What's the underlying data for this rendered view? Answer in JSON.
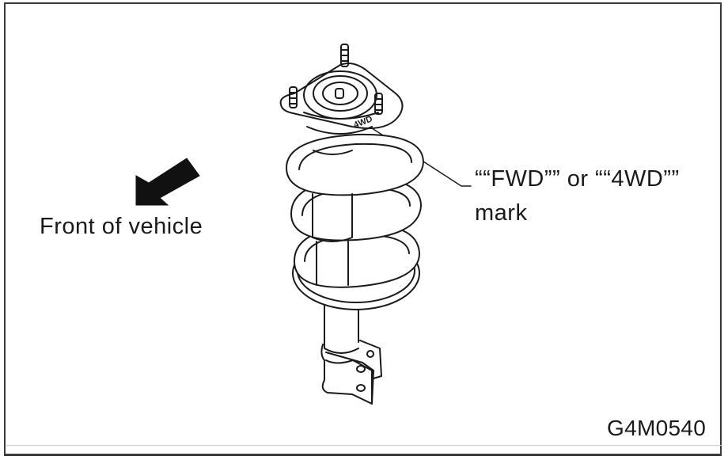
{
  "figure": {
    "id": "G4M0540",
    "subject": "front strut assembly",
    "direction_label": "Front of vehicle",
    "mark_callout": {
      "line1": "““FWD”” or ““4WD””",
      "line2": "mark"
    },
    "embossed_mark": "4WD",
    "icons": {
      "direction": "direction-arrow-icon"
    },
    "colors": {
      "ink": "#1a1a1a",
      "frame": "#3a3a3a",
      "background": "#ffffff"
    }
  }
}
